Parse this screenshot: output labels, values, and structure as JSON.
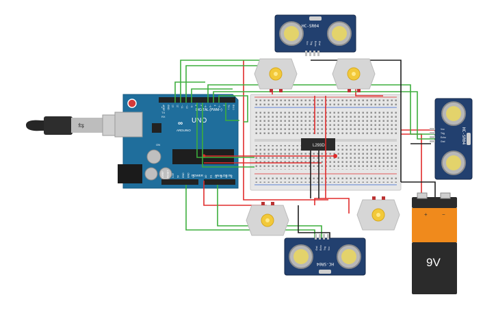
{
  "arduino": {
    "brand": "ARDUINO",
    "model": "UNO",
    "digital_label": "DIGITAL (PWM~)",
    "power_label": "POWER",
    "analog_label": "ANALOG IN",
    "tx_label": "TX",
    "rx_label": "RX",
    "on_label": "ON",
    "l_label": "L",
    "digital_pins": [
      "AREF",
      "GND",
      "13",
      "12",
      "~11",
      "~10",
      "~9",
      "8",
      "7",
      "~6",
      "~5",
      "4",
      "~3",
      "2",
      "TX 1",
      "RX 0"
    ],
    "power_pins": [
      "IOREF",
      "RESET",
      "3.3V",
      "5V",
      "GND",
      "GND",
      "Vin"
    ],
    "analog_pins": [
      "A0",
      "A1",
      "A2",
      "A3",
      "A4",
      "A5"
    ]
  },
  "driver_ic": {
    "label": "L293D"
  },
  "sensors": [
    {
      "label": "HC-SR04",
      "pins": [
        "Vcc",
        "Trig",
        "Echo",
        "Gnd"
      ]
    },
    {
      "label": "HC-SR04",
      "pins": [
        "Vcc",
        "Trig",
        "Echo",
        "Gnd"
      ]
    },
    {
      "label": "HC-SR04",
      "pins": [
        "Vcc",
        "Trig",
        "Echo",
        "Gnd"
      ]
    }
  ],
  "battery": {
    "label": "9V",
    "plus": "+",
    "minus": "−"
  },
  "colors": {
    "arduino_board": "#1f6e9c",
    "sensor_board": "#22406f",
    "breadboard": "#e4e4e4",
    "wire_red": "#e02a2a",
    "wire_green": "#3cae3c",
    "wire_black": "#1c1c1c",
    "battery_body": "#f08a1c",
    "motor_body": "#d6d6d6",
    "motor_hub": "#f2c93a"
  }
}
